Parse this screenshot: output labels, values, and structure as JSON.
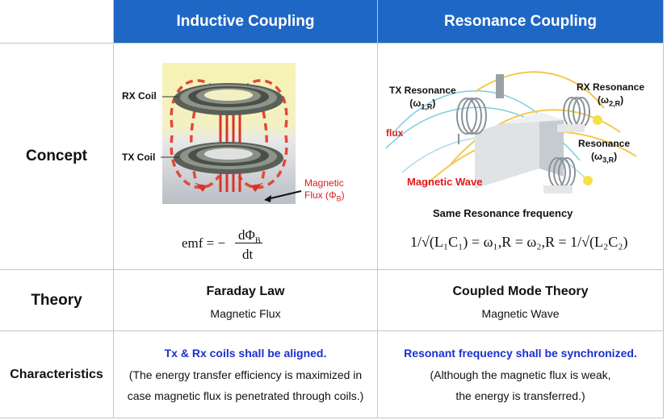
{
  "header": {
    "col1": "Inductive Coupling",
    "col2": "Resonance Coupling"
  },
  "rows": {
    "concept": "Concept",
    "theory": "Theory",
    "characteristics": "Characteristics"
  },
  "inductive": {
    "rx_coil": "RX Coil",
    "tx_coil": "TX Coil",
    "flux_label_1": "Magnetic",
    "flux_label_2": "Flux (Φ",
    "flux_sub": "B",
    "flux_close": ")",
    "emf": "emf = −",
    "emf_num": "dΦ",
    "emf_num_sub": "B",
    "emf_den": "dt",
    "theory_title": "Faraday Law",
    "theory_sub": "Magnetic Flux",
    "char_highlight": "Tx & Rx coils shall be aligned.",
    "char_line1": "(The energy transfer efficiency is maximized in",
    "char_line2": "case magnetic flux is penetrated through coils.)"
  },
  "resonance": {
    "tx_res": "TX Resonance",
    "tx_res_sub": "(ω",
    "tx_res_idx": "1,R",
    "rx_res": "RX Resonance",
    "rx_res_sub": "(ω",
    "rx_res_idx": "2,R",
    "res": "Resonance",
    "res_sub": "(ω",
    "res_idx": "3,R",
    "flux": "flux",
    "wave": "Magnetic Wave",
    "same_freq": "Same Resonance frequency",
    "formula": "1/√(L₁C₁) = ω₁,R = ω₂,R = 1/√(L₂C₂)",
    "theory_title": "Coupled Mode Theory",
    "theory_sub": "Magnetic Wave",
    "char_highlight": "Resonant frequency shall be synchronized.",
    "char_line1": "(Although the magnetic flux is weak,",
    "char_line2": "the energy is transferred.)"
  },
  "colors": {
    "header_bg": "#1f67c4",
    "flux_red": "#e0191b",
    "highlight_blue": "#1a2fd0"
  }
}
